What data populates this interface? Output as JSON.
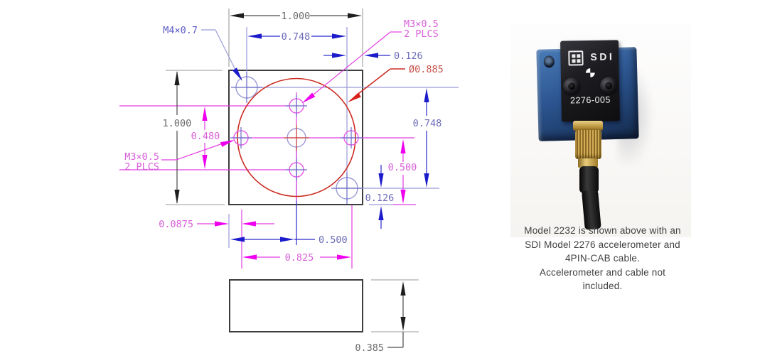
{
  "drawing": {
    "overall_width": "1.000",
    "overall_height": "1.000",
    "bolt_pattern_width": "0.748",
    "bolt_pattern_height": "0.748",
    "corner_hole_offset_top": "0.126",
    "corner_hole_offset_bottom": "0.126",
    "m4_thread": "M4×0.7",
    "m3_thread": "M3×0.5",
    "m3_places": "2 PLCS",
    "center_circle_dia": "Ø0.885",
    "center_hole_spacing": "0.480",
    "side_hole_offset": "0.500",
    "center_offset": "0.500",
    "edge_to_hole": "0.0875",
    "side_hole_spacing": "0.825",
    "base_thickness": "0.385"
  },
  "photo": {
    "brand": "SDI",
    "model_number": "2276-005"
  },
  "caption": {
    "line1": "Model 2232 is shown above with an",
    "line2": "SDI Model 2276 accelerometer and",
    "line3": "4PIN-CAB cable.",
    "line4": "Accelerometer and cable not",
    "line5": "included."
  },
  "colors": {
    "dim_black": "#3c3c3c",
    "dim_blue": "#1c1ccc",
    "dim_magenta": "#ee00ee",
    "dim_red": "#cc2e24",
    "periwinkle": "#9a9ad8",
    "product_blue": "#2c5590"
  }
}
